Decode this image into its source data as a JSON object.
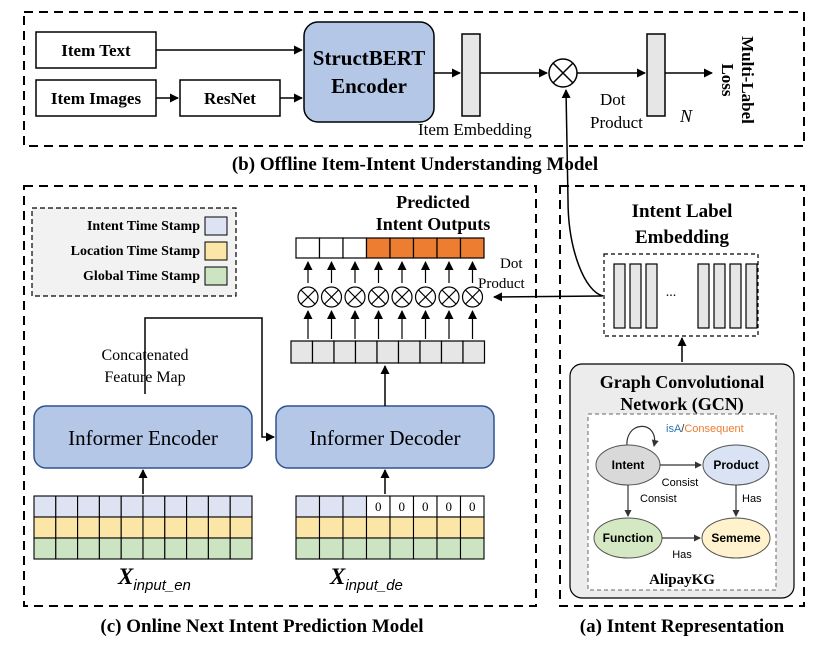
{
  "offline": {
    "item_text": "Item Text",
    "item_images": "Item Images",
    "resnet": "ResNet",
    "structbert_line1": "StructBERT",
    "structbert_line2": "Encoder",
    "item_embedding": "Item Embedding",
    "dot_product_line1": "Dot",
    "dot_product_line2": "Product",
    "n_label": "N",
    "multilabel_line1": "Multi-Label",
    "multilabel_line2": "Loss",
    "caption": "(b) Offline Item-Intent Understanding Model"
  },
  "online": {
    "legend": {
      "intent": "Intent Time Stamp",
      "location": "Location Time Stamp",
      "global": "Global Time Stamp"
    },
    "predicted_line1": "Predicted",
    "predicted_line2": "Intent Outputs",
    "dot_line1": "Dot",
    "dot_line2": "Product",
    "concat_line1": "Concatenated",
    "concat_line2": "Feature Map",
    "encoder": "Informer Encoder",
    "decoder": "Informer Decoder",
    "zero": "0",
    "x_en_main": "X",
    "x_en_sub": "input_en",
    "x_de_main": "X",
    "x_de_sub": "input_de",
    "caption": "(c) Online Next Intent Prediction Model"
  },
  "intent_rep": {
    "title_line1": "Intent Label",
    "title_line2": "Embedding",
    "dots": "...",
    "gcn_line1": "Graph Convolutional",
    "gcn_line2": "Network (GCN)",
    "isa": "isA",
    "slash": "/",
    "consequent": "Consequent",
    "intent": "Intent",
    "product": "Product",
    "function": "Function",
    "sememe": "Sememe",
    "consist1": "Consist",
    "consist2": "Consist",
    "has1": "Has",
    "has2": "Has",
    "kg_name": "AlipayKG",
    "caption": "(a) Intent Representation"
  },
  "colors": {
    "intent_stamp": "#dde3f3",
    "location_stamp": "#fbe6a8",
    "global_stamp": "#cde4c2",
    "encoder_box": "#b4c7e7",
    "orange_output": "#ed7d31",
    "gcn_panel": "#ececec",
    "intent_node": "#d9d9d9",
    "product_node": "#dae3f3",
    "function_node": "#d5e8c4",
    "sememe_node": "#fff2cc",
    "isa_color": "#2e75b6",
    "consequent_color": "#ed7d31"
  }
}
